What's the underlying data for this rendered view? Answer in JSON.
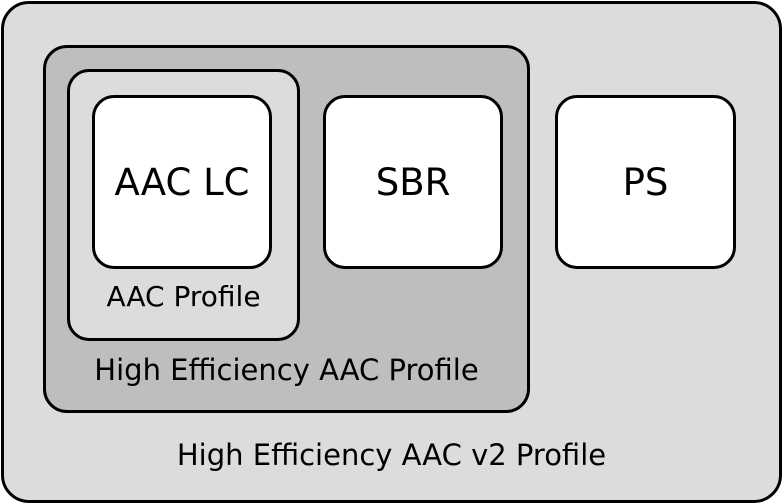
{
  "diagram": {
    "outer_profile_label": "High Efficiency AAC v2 Profile",
    "he_profile_label": "High Efficiency AAC Profile",
    "aac_profile_label": "AAC Profile",
    "modules": {
      "aac_lc": "AAC LC",
      "sbr": "SBR",
      "ps": "PS"
    },
    "colors": {
      "outer_fill": "#dcdcdc",
      "he_fill": "#bebebe",
      "aac_profile_fill": "#dcdcdc",
      "module_fill": "#ffffff",
      "border": "#000000"
    }
  }
}
